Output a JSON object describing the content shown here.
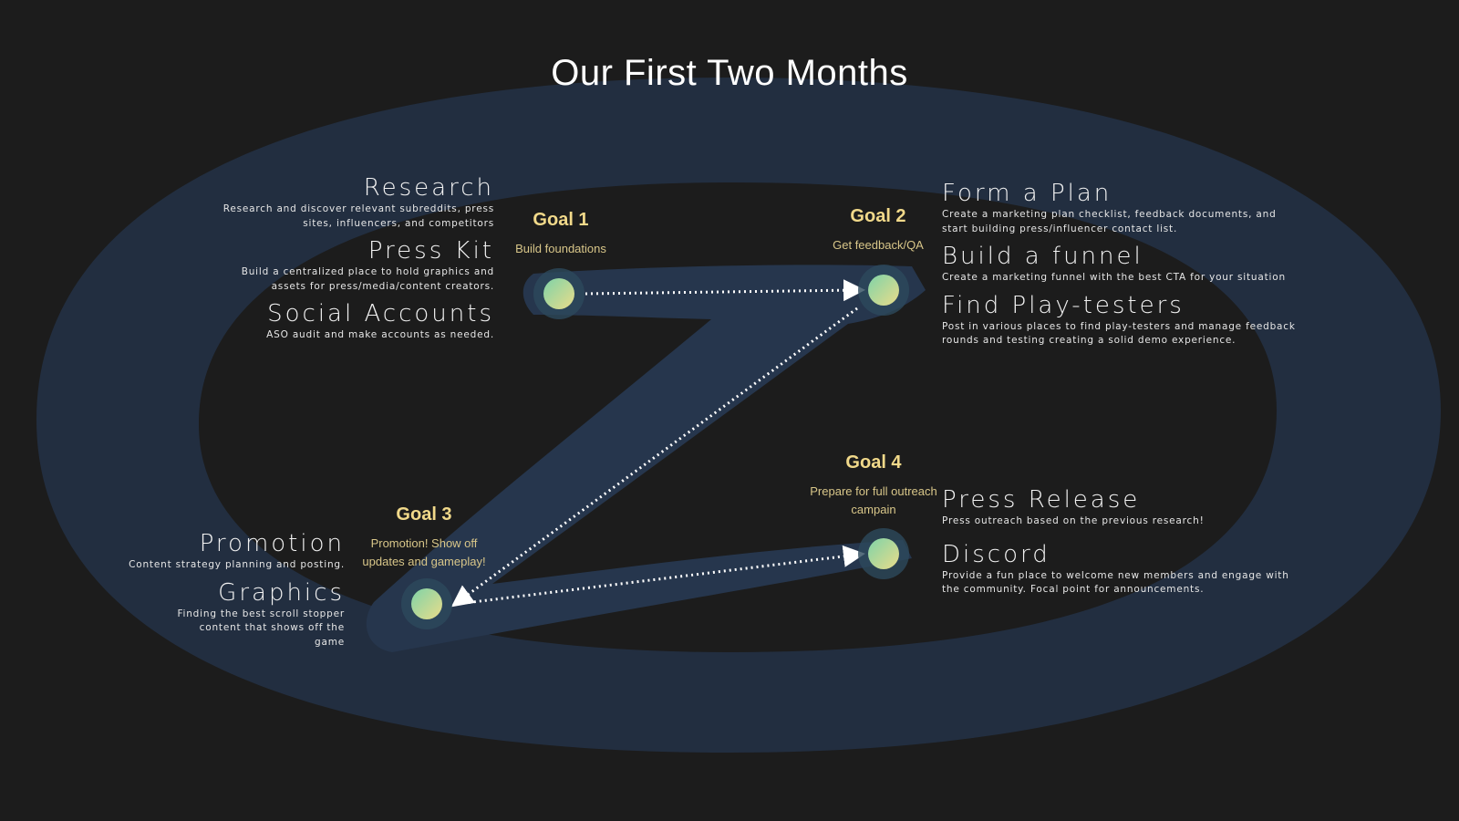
{
  "title": "Our First Two Months",
  "colors": {
    "background": "#1c1c1c",
    "ring": "#243246",
    "stroke": "#26364d",
    "goal_text": "#f1d98a"
  },
  "goals": [
    {
      "label": "Goal 1",
      "subtitle": "Build foundations"
    },
    {
      "label": "Goal 2",
      "subtitle": "Get feedback/QA"
    },
    {
      "label": "Goal 3",
      "subtitle": "Promotion! Show off updates and gameplay!"
    },
    {
      "label": "Goal 4",
      "subtitle": "Prepare for full outreach campain"
    }
  ],
  "goal1_tasks": [
    {
      "heading": "Research",
      "desc": "Research and discover relevant subreddits, press sites, influencers, and competitors"
    },
    {
      "heading": "Press Kit",
      "desc": "Build a centralized place to hold graphics and assets for press/media/content creators."
    },
    {
      "heading": "Social Accounts",
      "desc": "ASO audit and make accounts as needed."
    }
  ],
  "goal2_tasks": [
    {
      "heading": "Form a Plan",
      "desc": "Create a marketing plan checklist, feedback documents, and start building press/influencer contact list."
    },
    {
      "heading": "Build a funnel",
      "desc": "Create a marketing funnel with the best CTA for your situation"
    },
    {
      "heading": "Find Play-testers",
      "desc": "Post in various places to find play-testers and manage feedback rounds and testing creating a solid demo experience."
    }
  ],
  "goal3_tasks": [
    {
      "heading": "Promotion",
      "desc": "Content strategy planning and posting."
    },
    {
      "heading": "Graphics",
      "desc": "Finding the best scroll stopper content that shows off the game"
    }
  ],
  "goal4_tasks": [
    {
      "heading": "Press Release",
      "desc": "Press outreach based on the previous research!"
    },
    {
      "heading": "Discord",
      "desc": "Provide a fun place to welcome new members and engage with the community. Focal point for announcements."
    }
  ]
}
